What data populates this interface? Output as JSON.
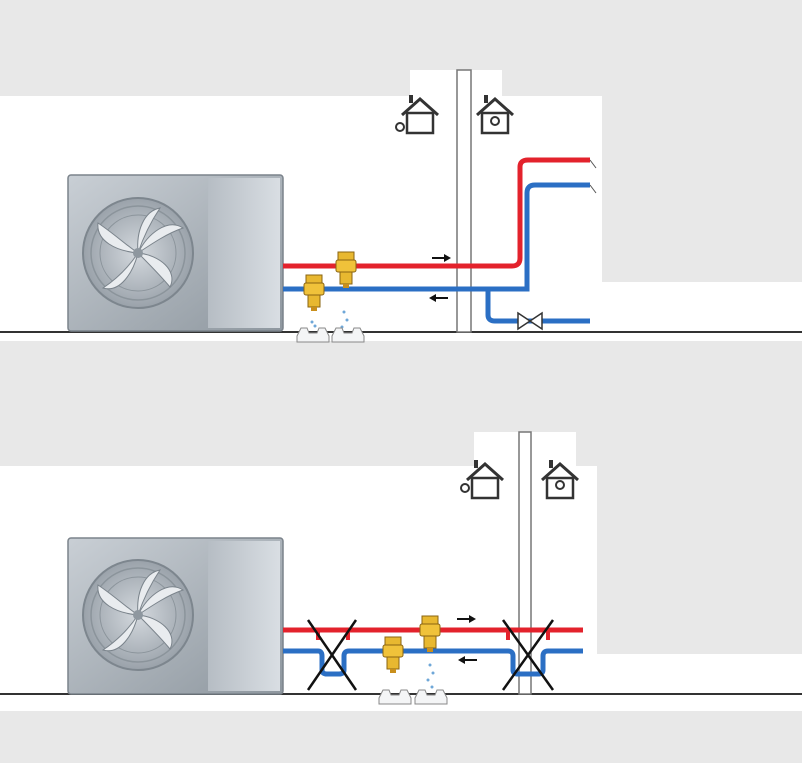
{
  "colors": {
    "background": "#e8e8e8",
    "panel": "#ffffff",
    "hot_pipe": "#e3222c",
    "cold_pipe": "#2b6fc4",
    "valve_brass": "#e8b830",
    "unit_body": "#a9b1b9",
    "ground_line": "#333333",
    "cross_mark": "#111111"
  },
  "icons": [
    "house-icon",
    "fan-icon",
    "arrow-right-icon",
    "arrow-left-icon",
    "valve-icon",
    "water-drops-icon",
    "cross-icon"
  ],
  "panels": [
    {
      "name": "top-installation",
      "elements": [
        "heat-pump-unit",
        "supply-pipe",
        "return-pipe",
        "antifreeze-valve-supply",
        "antifreeze-valve-return",
        "outdoor-house-icon",
        "indoor-house-icon",
        "wall",
        "stop-valve"
      ]
    },
    {
      "name": "bottom-installation",
      "elements": [
        "heat-pump-unit",
        "supply-pipe",
        "return-pipe",
        "antifreeze-valve-supply",
        "antifreeze-valve-return",
        "outdoor-house-icon",
        "indoor-house-icon",
        "wall",
        "crossed-out-sections"
      ]
    }
  ]
}
